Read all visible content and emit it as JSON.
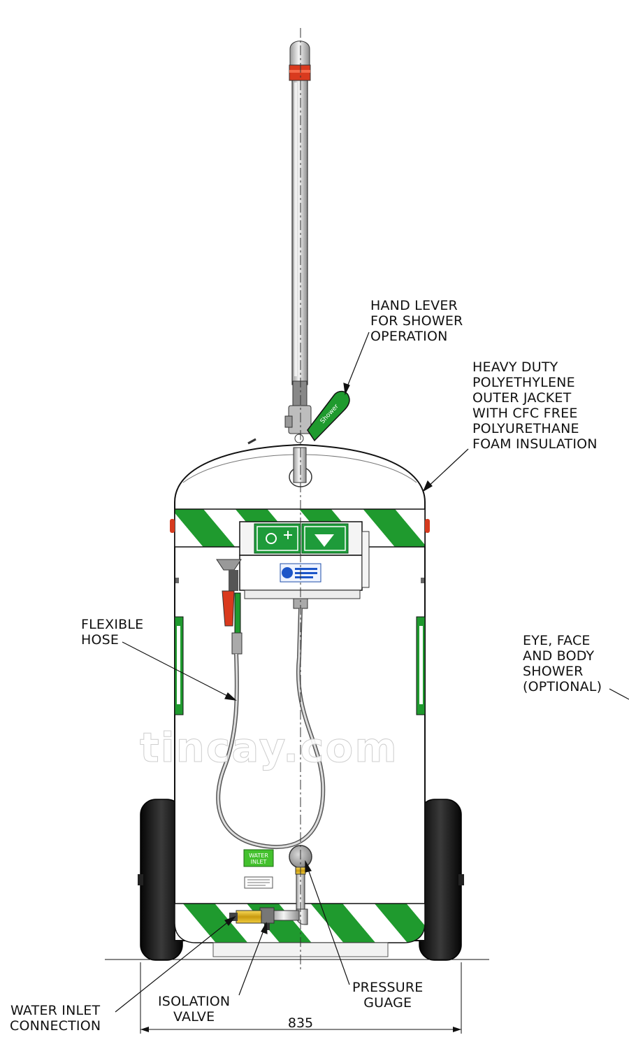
{
  "labels": {
    "hand_lever": "HAND LEVER\nFOR SHOWER\nOPERATION",
    "outer_jacket": "HEAVY DUTY\nPOLYETHYLENE\nOUTER JACKET\nWITH CFC FREE\nPOLYURETHANE\nFOAM INSULATION",
    "flexible_hose": "FLEXIBLE\nHOSE",
    "eye_face_body": "EYE, FACE\nAND BODY\nSHOWER\n(OPTIONAL)",
    "water_inlet_connection": "WATER INLET\nCONNECTION",
    "isolation_valve": "ISOLATION\nVALVE",
    "pressure_gauge": "PRESSURE\nGUAGE"
  },
  "dimension": {
    "width_value": "835"
  },
  "signs": {
    "water_inlet_line1": "WATER",
    "water_inlet_line2": "INLET"
  },
  "watermark": "tincay.com",
  "colors": {
    "safety_green": "#1f9a2e",
    "stripe_white": "#ffffff",
    "sign_green": "#1e9b3a",
    "inlet_green": "#43c12d",
    "nozzle_red": "#d93a1e",
    "brass": "#e0b21a",
    "wheel_black": "#151515",
    "line_black": "#111111"
  }
}
